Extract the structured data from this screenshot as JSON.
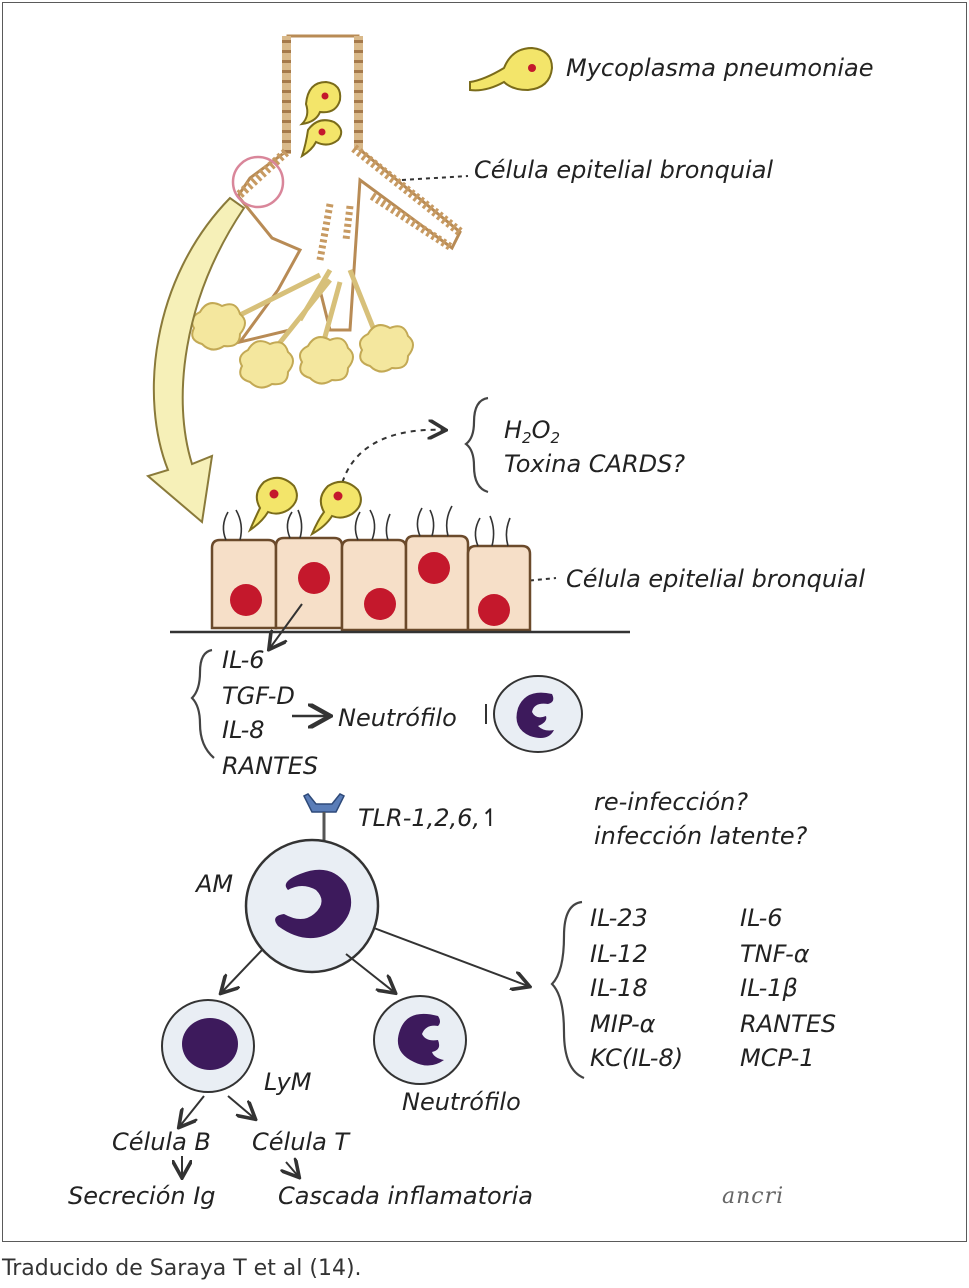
{
  "labels": {
    "pathogen": "Mycoplasma pneumoniae",
    "epithelial_top": "Célula epitelial bronquial",
    "h2o2": {
      "h": "H",
      "s1": "2",
      "o": "O",
      "s2": "2"
    },
    "toxin": "Toxina CARDS?",
    "epithelial_cells": "Célula epitelial bronquial",
    "il6": "IL-6",
    "tgf": "TGF-D",
    "il8": "IL-8",
    "rantes": "RANTES",
    "neutrophil_1": "Neutrófilo",
    "tlr": "TLR-1,2,6,↿",
    "reinfection": "re-infección?",
    "latent": "infección latente?",
    "am": "AM",
    "lym": "LyM",
    "neutrophil_2": "Neutrófilo",
    "b_cell": "Célula B",
    "t_cell": "Célula T",
    "ig_secretion": "Secreción Ig",
    "cascade": "Cascada inflamatoria",
    "signature": "ancri"
  },
  "cytokines_left": [
    "IL-23",
    "IL-12",
    "IL-18",
    "MIP-α",
    "KC(IL-8)"
  ],
  "cytokines_right": [
    "IL-6",
    "TNF-α",
    "IL-1β",
    "RANTES",
    "MCP-1"
  ],
  "caption": "Traducido de Saraya T et al (14).",
  "colors": {
    "pathogen_yellow": "#f3e56a",
    "alveoli_yellow": "#f4e79e",
    "cell_fill": "#f6dfc8",
    "nucleus_red": "#c4182c",
    "leukocyte_fill": "#e9eef4",
    "leukocyte_nucleus": "#3d1a5c",
    "tlr_blue": "#5a7db8"
  }
}
